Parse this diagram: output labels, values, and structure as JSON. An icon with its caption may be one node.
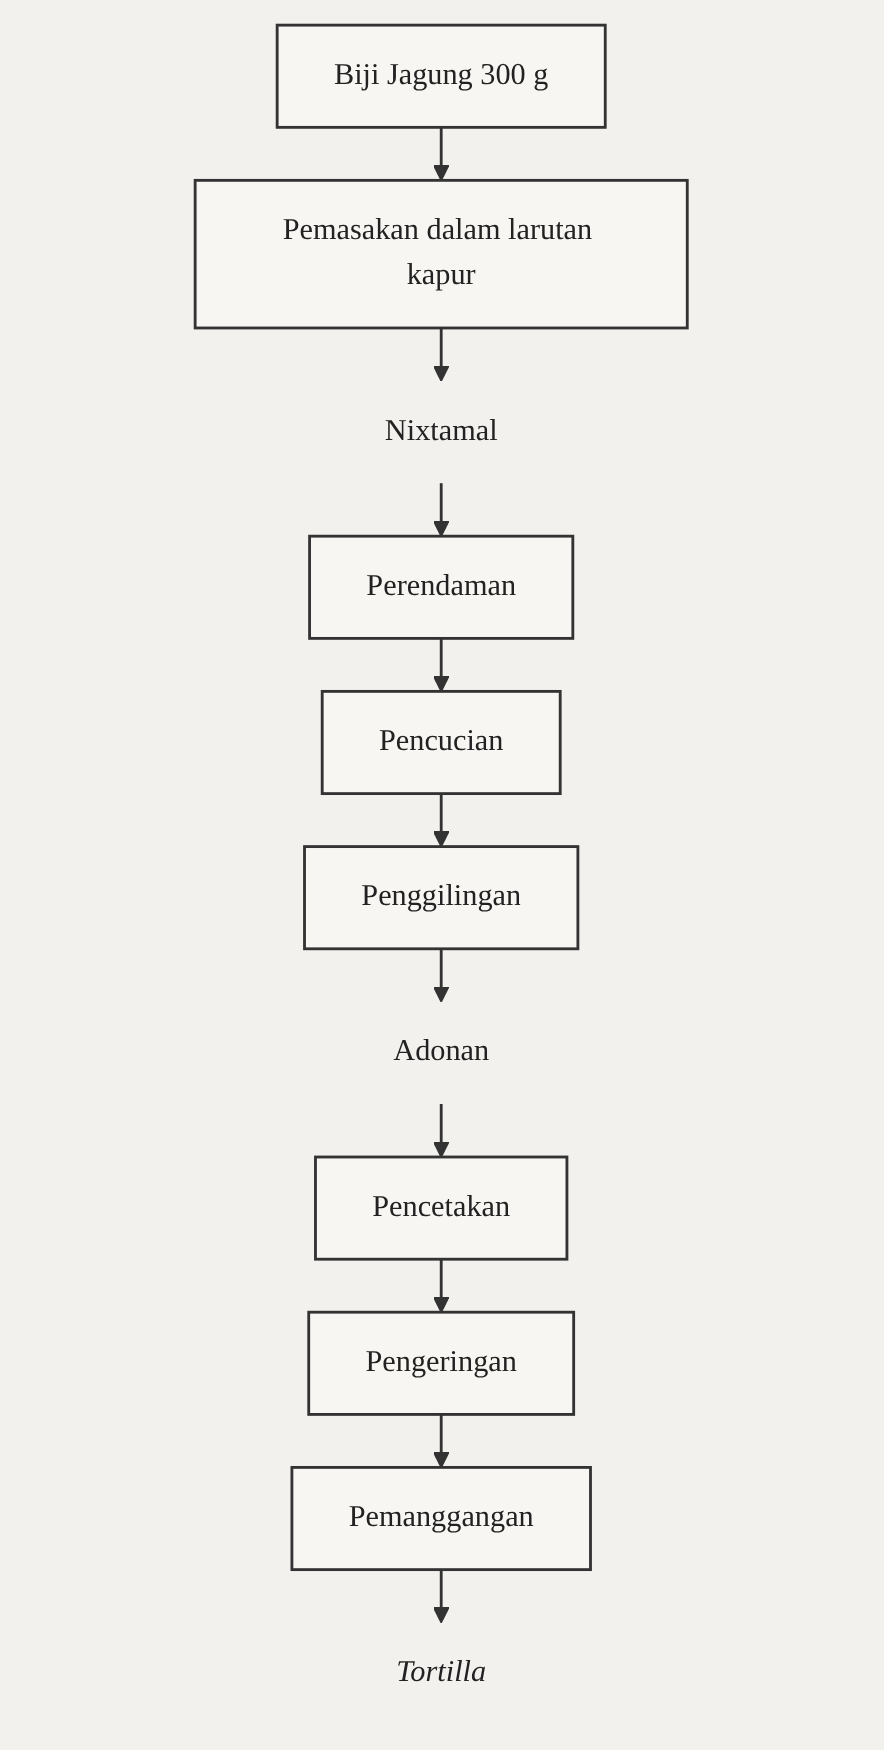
{
  "diagram": {
    "nodes": [
      {
        "text": [
          "Biji Jagung 300 g"
        ]
      },
      {
        "text": [
          "Pemasakan dalam larutan kapur"
        ]
      },
      {
        "text": [
          "Nixtamal"
        ]
      },
      {
        "text": [
          "Perendaman"
        ]
      },
      {
        "text": [
          "Pencucian"
        ]
      },
      {
        "text": [
          "Penggilingan"
        ]
      },
      {
        "text": [
          "Adonan"
        ]
      },
      {
        "text": [
          "Pencetakan"
        ]
      },
      {
        "text": [
          "Pengeringan"
        ]
      },
      {
        "text": [
          "Pemanggangan"
        ]
      },
      {
        "text": [
          "Tortilla"
        ]
      }
    ],
    "edges": [
      {
        "from": 0,
        "to": 1,
        "arrow": "to"
      },
      {
        "from": 1,
        "to": 2,
        "arrow": "to"
      },
      {
        "from": 2,
        "to": 3,
        "arrow": "to"
      },
      {
        "from": 3,
        "to": 4,
        "arrow": "to"
      },
      {
        "from": 4,
        "to": 5,
        "arrow": "to"
      },
      {
        "from": 5,
        "to": 6,
        "arrow": "to"
      },
      {
        "from": 6,
        "to": 7,
        "arrow": "to"
      },
      {
        "from": 7,
        "to": 8,
        "arrow": "to"
      },
      {
        "from": 8,
        "to": 9,
        "arrow": "to"
      },
      {
        "from": 9,
        "to": 10,
        "arrow": "to"
      }
    ]
  }
}
